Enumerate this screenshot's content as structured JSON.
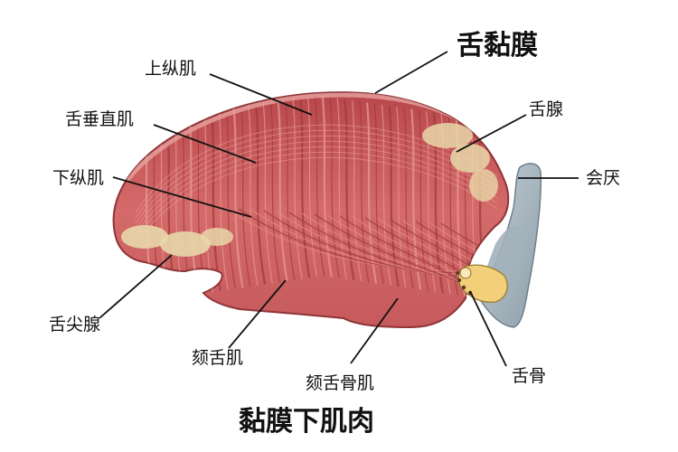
{
  "diagram": {
    "title_top": "舌黏膜",
    "title_bottom": "黏膜下肌肉",
    "labels": {
      "superior_longitudinal": "上纵肌",
      "vertical": "舌垂直肌",
      "inferior_longitudinal": "下纵肌",
      "apical_glands": "舌尖腺",
      "genioglossus": "颏舌肌",
      "geniohyoid": "颏舌骨肌",
      "lingual_glands": "舌腺",
      "epiglottis": "会厌",
      "hyoid": "舌骨"
    },
    "colors": {
      "muscle": "#c9575a",
      "muscle_dark": "#9e3a3d",
      "muscle_light": "#e79a95",
      "gland": "#e8d7a8",
      "epiglottis": "#aab8c2",
      "hyoid": "#f2d07a",
      "line": "#111111"
    }
  }
}
